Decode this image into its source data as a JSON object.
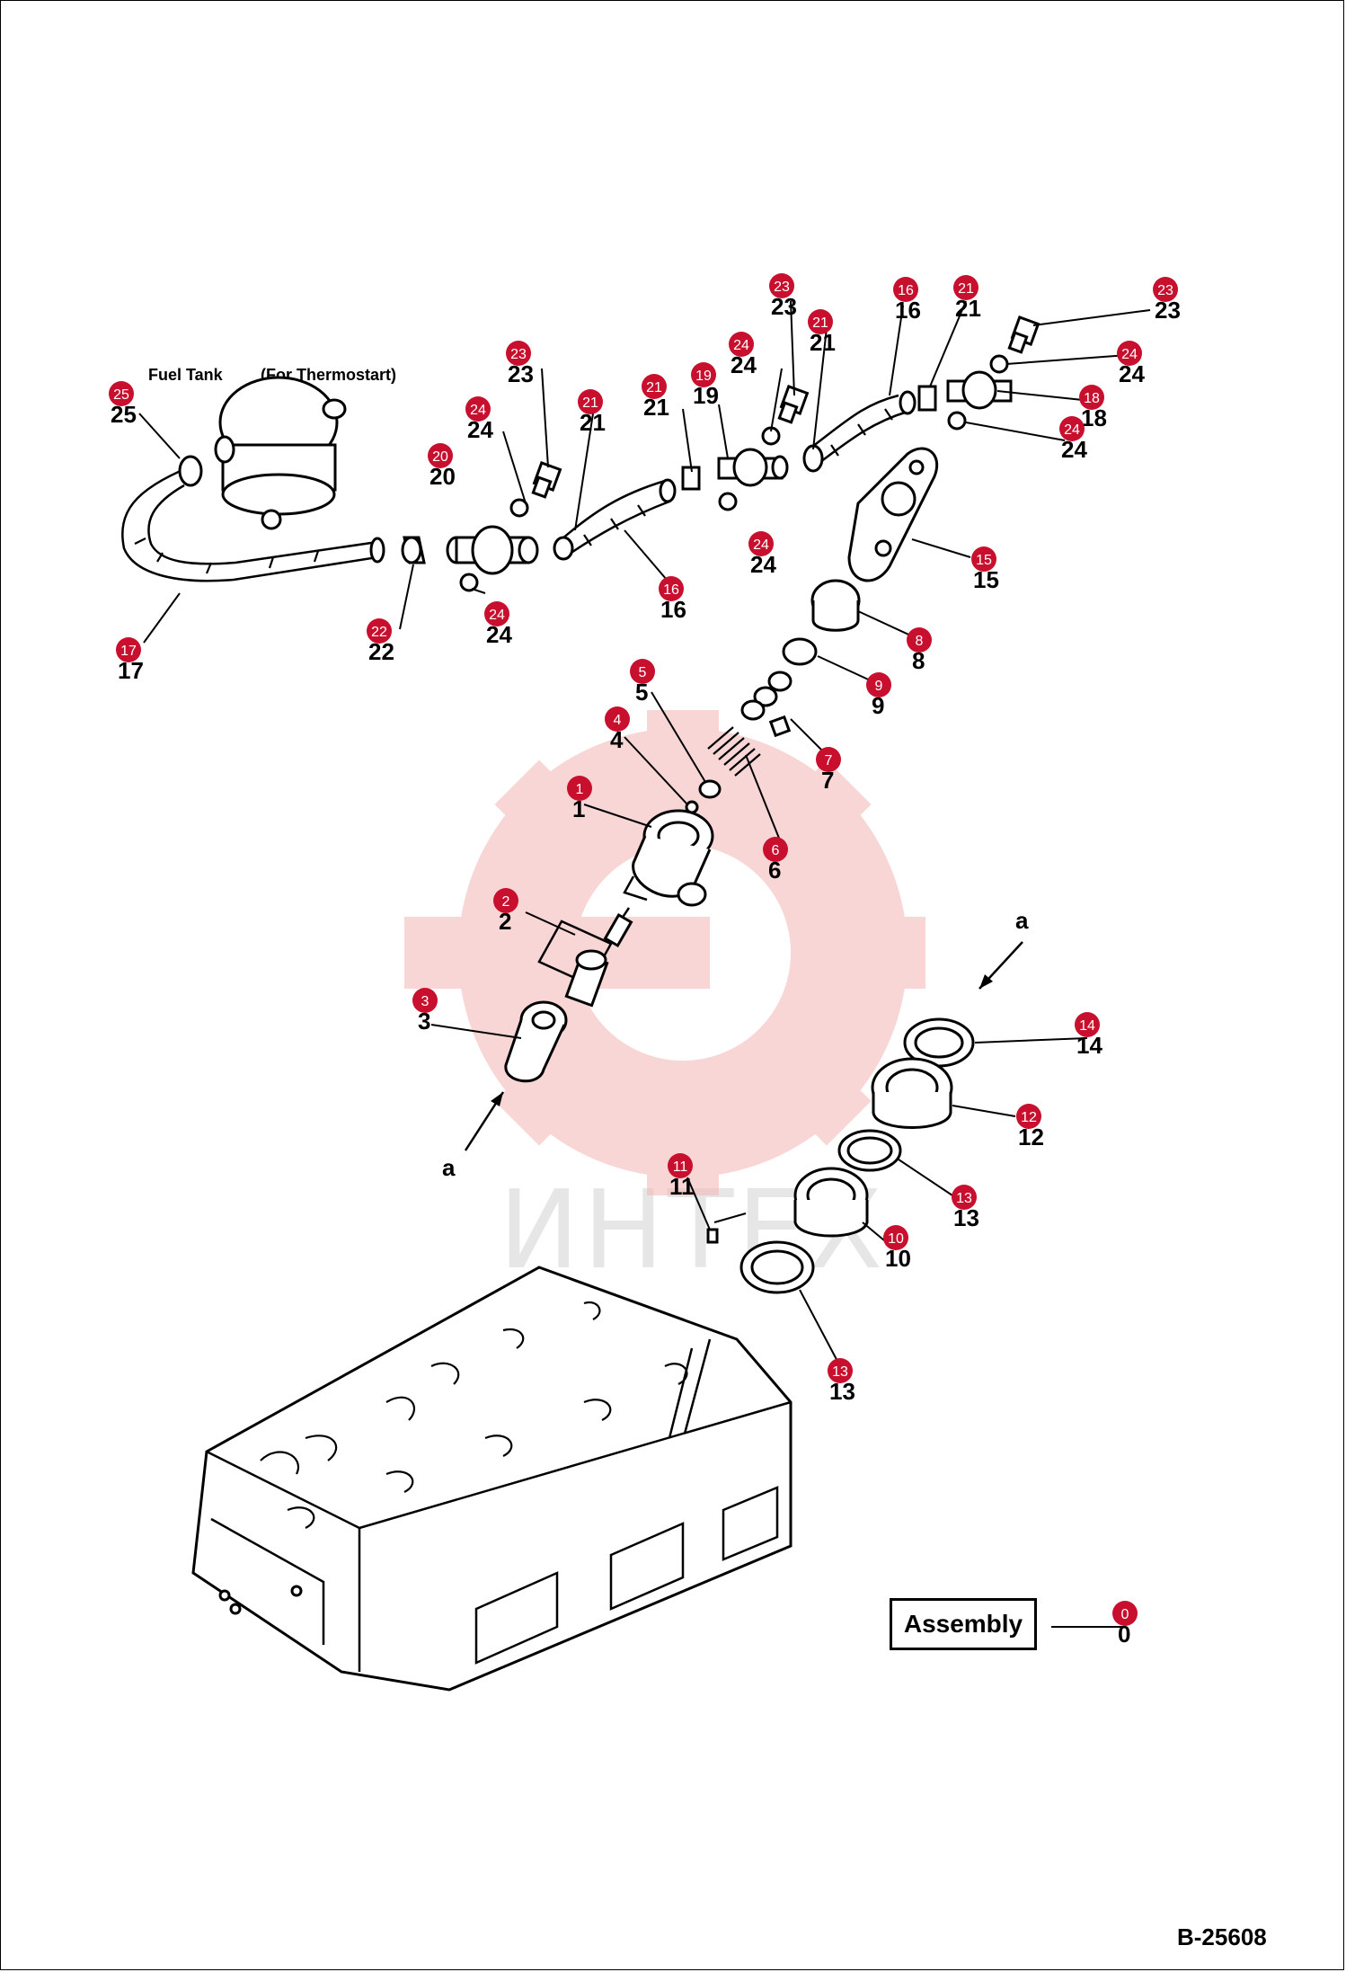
{
  "diagram": {
    "fuel_tank_label": "Fuel Tank",
    "thermostart_label": "(For Thermostart)",
    "section_mark": "a",
    "assembly_label": "Assembly",
    "drawing_number": "B-25608",
    "watermark_text": "ИНТЕХ",
    "badge_color": "#c8102e",
    "watermark_color": "#f4b5b5"
  },
  "callouts": [
    {
      "id": "0",
      "printed": "0"
    },
    {
      "id": "1",
      "printed": "1"
    },
    {
      "id": "2",
      "printed": "2"
    },
    {
      "id": "3",
      "printed": "3"
    },
    {
      "id": "4",
      "printed": "4"
    },
    {
      "id": "5",
      "printed": "5"
    },
    {
      "id": "6",
      "printed": "6"
    },
    {
      "id": "7",
      "printed": "7"
    },
    {
      "id": "8",
      "printed": "8"
    },
    {
      "id": "9",
      "printed": "9"
    },
    {
      "id": "10",
      "printed": "10"
    },
    {
      "id": "11",
      "printed": "11"
    },
    {
      "id": "12",
      "printed": "12"
    },
    {
      "id": "13",
      "printed": "13"
    },
    {
      "id": "13b",
      "printed": "13"
    },
    {
      "id": "14",
      "printed": "14"
    },
    {
      "id": "15",
      "printed": "15"
    },
    {
      "id": "16",
      "printed": "16"
    },
    {
      "id": "16b",
      "printed": "16"
    },
    {
      "id": "17",
      "printed": "17"
    },
    {
      "id": "18",
      "printed": "18"
    },
    {
      "id": "19",
      "printed": "19"
    },
    {
      "id": "20",
      "printed": "20"
    },
    {
      "id": "21",
      "printed": "21"
    },
    {
      "id": "21b",
      "printed": "21"
    },
    {
      "id": "21c",
      "printed": "21"
    },
    {
      "id": "21d",
      "printed": "21"
    },
    {
      "id": "22",
      "printed": "22"
    },
    {
      "id": "23",
      "printed": "23"
    },
    {
      "id": "23b",
      "printed": "23"
    },
    {
      "id": "23c",
      "printed": "23"
    },
    {
      "id": "24",
      "printed": "24"
    },
    {
      "id": "24b",
      "printed": "24"
    },
    {
      "id": "24c",
      "printed": "24"
    },
    {
      "id": "24d",
      "printed": "24"
    },
    {
      "id": "24e",
      "printed": "24"
    },
    {
      "id": "24f",
      "printed": "24"
    },
    {
      "id": "25",
      "printed": "25"
    }
  ]
}
